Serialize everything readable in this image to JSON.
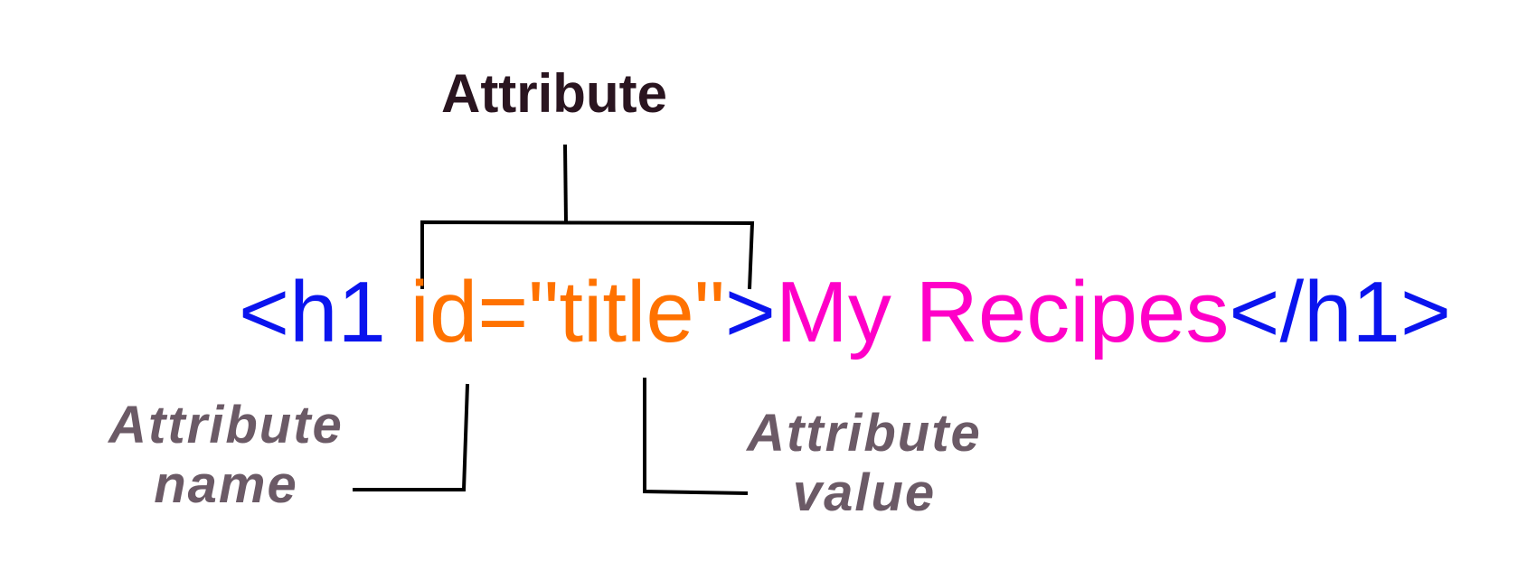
{
  "diagram": {
    "title": "Attribute",
    "code": {
      "open_tag_start": "<h1",
      "space": " ",
      "attribute": "id=\"title\"",
      "open_tag_end": ">",
      "content": "My Recipes",
      "close_tag": "</h1>"
    },
    "attribute_name_label": {
      "line1": "Attribute",
      "line2": "name"
    },
    "attribute_value_label": {
      "line1": "Attribute",
      "line2": "value"
    }
  },
  "colors": {
    "tag": "#0a14ee",
    "attribute": "#ff7200",
    "content": "#ff00c8",
    "title": "#2a1520",
    "side_label": "#6b5a66",
    "lines": "#000000"
  }
}
